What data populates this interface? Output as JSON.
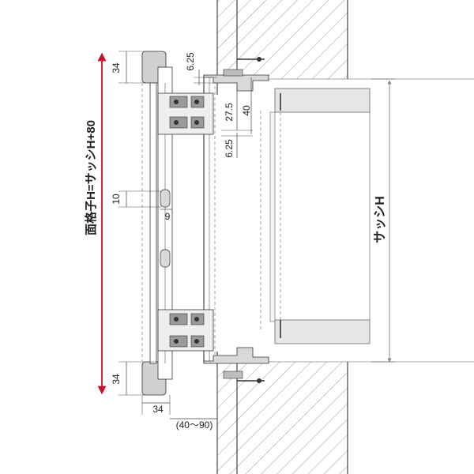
{
  "labels": {
    "total_height_left": "面格子H=サッシH+80",
    "sash_height_right": "サッシH",
    "dim_34_top": "34",
    "dim_34_bottom": "34",
    "dim_34_horizontal": "34",
    "dim_range": "(40〜90)",
    "dim_625_top": "6.25",
    "dim_625_lower": "6.25",
    "dim_275": "27.5",
    "dim_40": "40",
    "dim_10": "10",
    "dim_9": "9"
  },
  "colors": {
    "arrow_red": "#c8102e",
    "line": "#333333",
    "gray_fill": "#e6e6e6",
    "dark_fill": "#8c8c8c"
  }
}
